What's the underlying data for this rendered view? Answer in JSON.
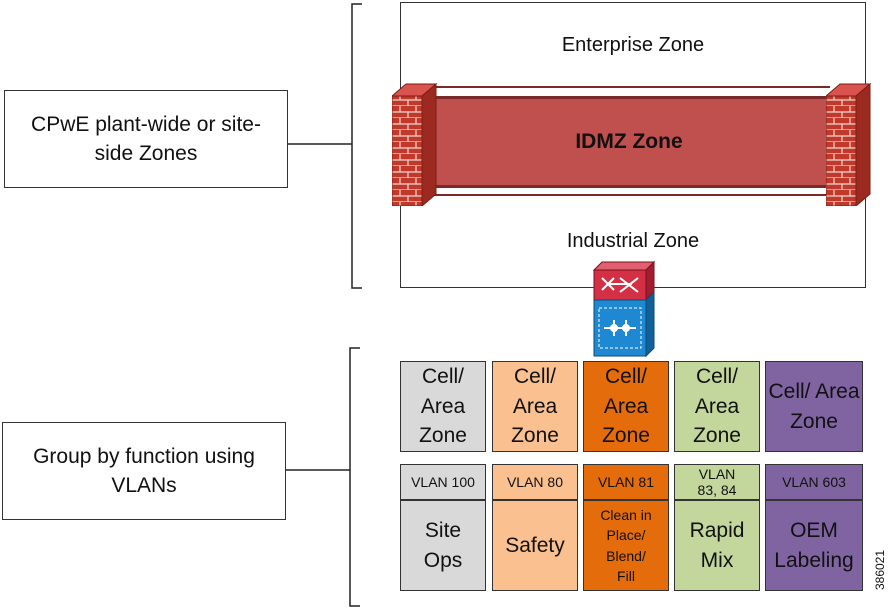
{
  "labels": {
    "plant_zones": "CPwE plant-wide or site-side Zones",
    "group_function": "Group by function using VLANs"
  },
  "zones": {
    "enterprise": "Enterprise Zone",
    "idmz": "IDMZ Zone",
    "industrial": "Industrial Zone"
  },
  "cells": [
    {
      "label": "Cell/ Area Zone",
      "vlan": "VLAN 100",
      "function": "Site Ops",
      "color": "#d9d9d9"
    },
    {
      "label": "Cell/ Area Zone",
      "vlan": "VLAN 80",
      "function": "Safety",
      "color": "#fac090"
    },
    {
      "label": "Cell/ Area Zone",
      "vlan": "VLAN 81",
      "function": "Clean in Place/ Blend/ Fill",
      "color": "#e46c0a"
    },
    {
      "label": "Cell/ Area Zone",
      "vlan": "VLAN 83, 84",
      "function": "Rapid Mix",
      "color": "#c3d69b"
    },
    {
      "label": "Cell/ Area Zone",
      "vlan": "VLAN 603",
      "function": "OEM Labeling",
      "color": "#8064a2"
    }
  ],
  "figure_id": "386021",
  "icons": {
    "firewall": "brick-firewall-icon",
    "switch": "layer3-switch-icon"
  },
  "colors": {
    "idmz": "#c0504d",
    "brick": "#c0392b"
  }
}
